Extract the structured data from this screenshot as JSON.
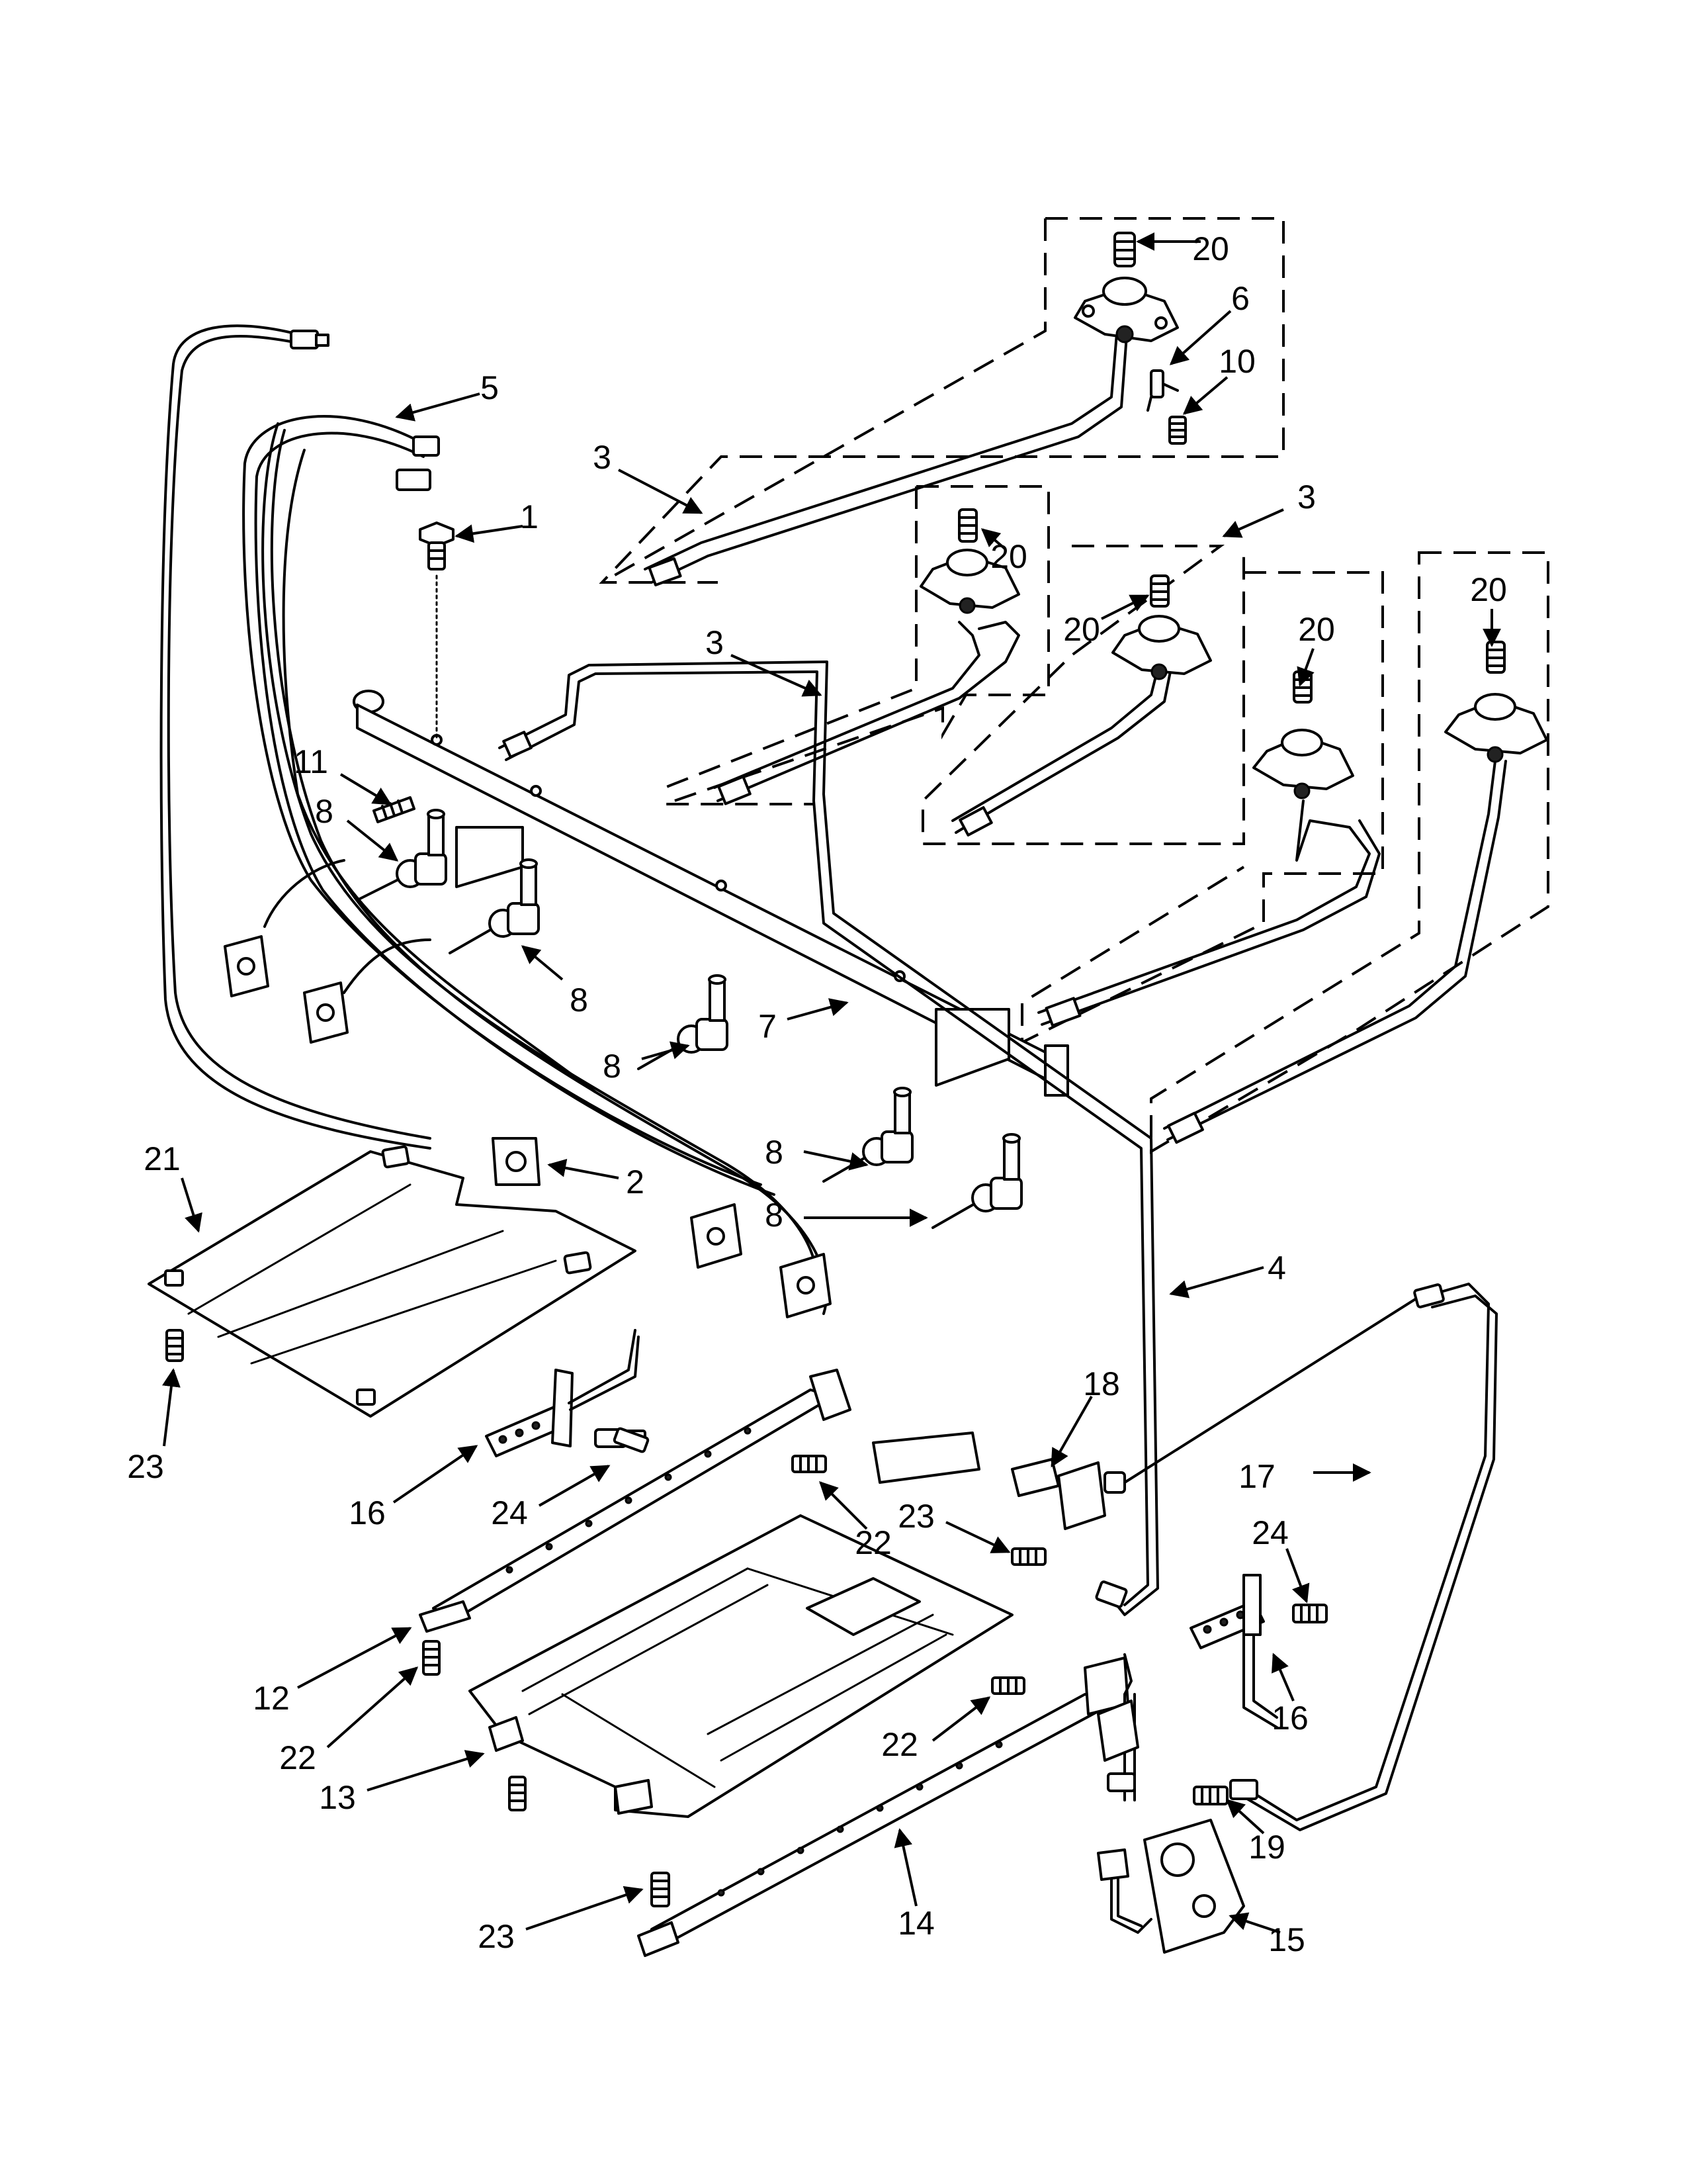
{
  "diagram": {
    "callouts": [
      {
        "id": "20",
        "label": "20"
      },
      {
        "id": "6",
        "label": "6"
      },
      {
        "id": "10",
        "label": "10"
      },
      {
        "id": "5",
        "label": "5"
      },
      {
        "id": "3",
        "label": "3"
      },
      {
        "id": "1",
        "label": "1"
      },
      {
        "id": "20",
        "label": "20"
      },
      {
        "id": "3",
        "label": "3"
      },
      {
        "id": "20",
        "label": "20"
      },
      {
        "id": "20",
        "label": "20"
      },
      {
        "id": "20",
        "label": "20"
      },
      {
        "id": "3",
        "label": "3"
      },
      {
        "id": "11",
        "label": "11"
      },
      {
        "id": "8",
        "label": "8"
      },
      {
        "id": "8",
        "label": "8"
      },
      {
        "id": "8",
        "label": "8"
      },
      {
        "id": "7",
        "label": "7"
      },
      {
        "id": "8",
        "label": "8"
      },
      {
        "id": "8",
        "label": "8"
      },
      {
        "id": "21",
        "label": "21"
      },
      {
        "id": "2",
        "label": "2"
      },
      {
        "id": "4",
        "label": "4"
      },
      {
        "id": "23",
        "label": "23"
      },
      {
        "id": "18",
        "label": "18"
      },
      {
        "id": "17",
        "label": "17"
      },
      {
        "id": "16",
        "label": "16"
      },
      {
        "id": "24",
        "label": "24"
      },
      {
        "id": "22",
        "label": "22"
      },
      {
        "id": "23",
        "label": "23"
      },
      {
        "id": "24",
        "label": "24"
      },
      {
        "id": "12",
        "label": "12"
      },
      {
        "id": "22",
        "label": "22"
      },
      {
        "id": "16",
        "label": "16"
      },
      {
        "id": "13",
        "label": "13"
      },
      {
        "id": "22",
        "label": "22"
      },
      {
        "id": "19",
        "label": "19"
      },
      {
        "id": "23",
        "label": "23"
      },
      {
        "id": "14",
        "label": "14"
      },
      {
        "id": "15",
        "label": "15"
      }
    ]
  }
}
